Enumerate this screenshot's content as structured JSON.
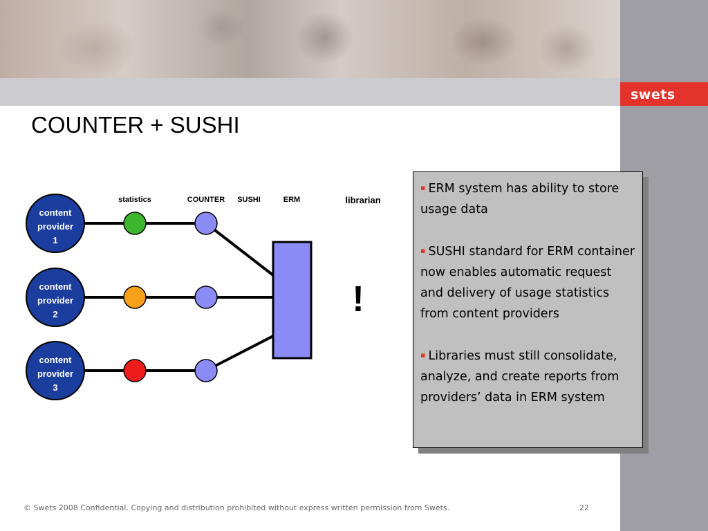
{
  "header": {
    "logo_text": "swets"
  },
  "slide": {
    "title": "COUNTER + SUSHI"
  },
  "diagram": {
    "column_labels": {
      "statistics": "statistics",
      "counter": "COUNTER",
      "sushi": "SUSHI",
      "erm": "ERM",
      "librarian": "librarian"
    },
    "providers": [
      {
        "line1": "content",
        "line2": "provider",
        "line3": "1",
        "stat_color": "#3cb62c"
      },
      {
        "line1": "content",
        "line2": "provider",
        "line3": "2",
        "stat_color": "#f7a11a"
      },
      {
        "line1": "content",
        "line2": "provider",
        "line3": "3",
        "stat_color": "#ee1c1c"
      }
    ],
    "exclamation": "!",
    "colors": {
      "provider": "#1a3d9e",
      "counter_node": "#8b8bf5",
      "erm_box": "#8b8bf5"
    }
  },
  "infobox": {
    "bullets": [
      "ERM system has ability to store usage data",
      "SUSHI standard for ERM container now enables automatic request and delivery of usage statistics from content providers",
      "Libraries must still consolidate, analyze, and create reports from providers’ data in ERM system"
    ],
    "bullet_glyph": "▪"
  },
  "footer": {
    "text": "© Swets 2008  Confidential.  Copying and distribution prohibited without express written permission from Swets.",
    "page_number": "22"
  }
}
